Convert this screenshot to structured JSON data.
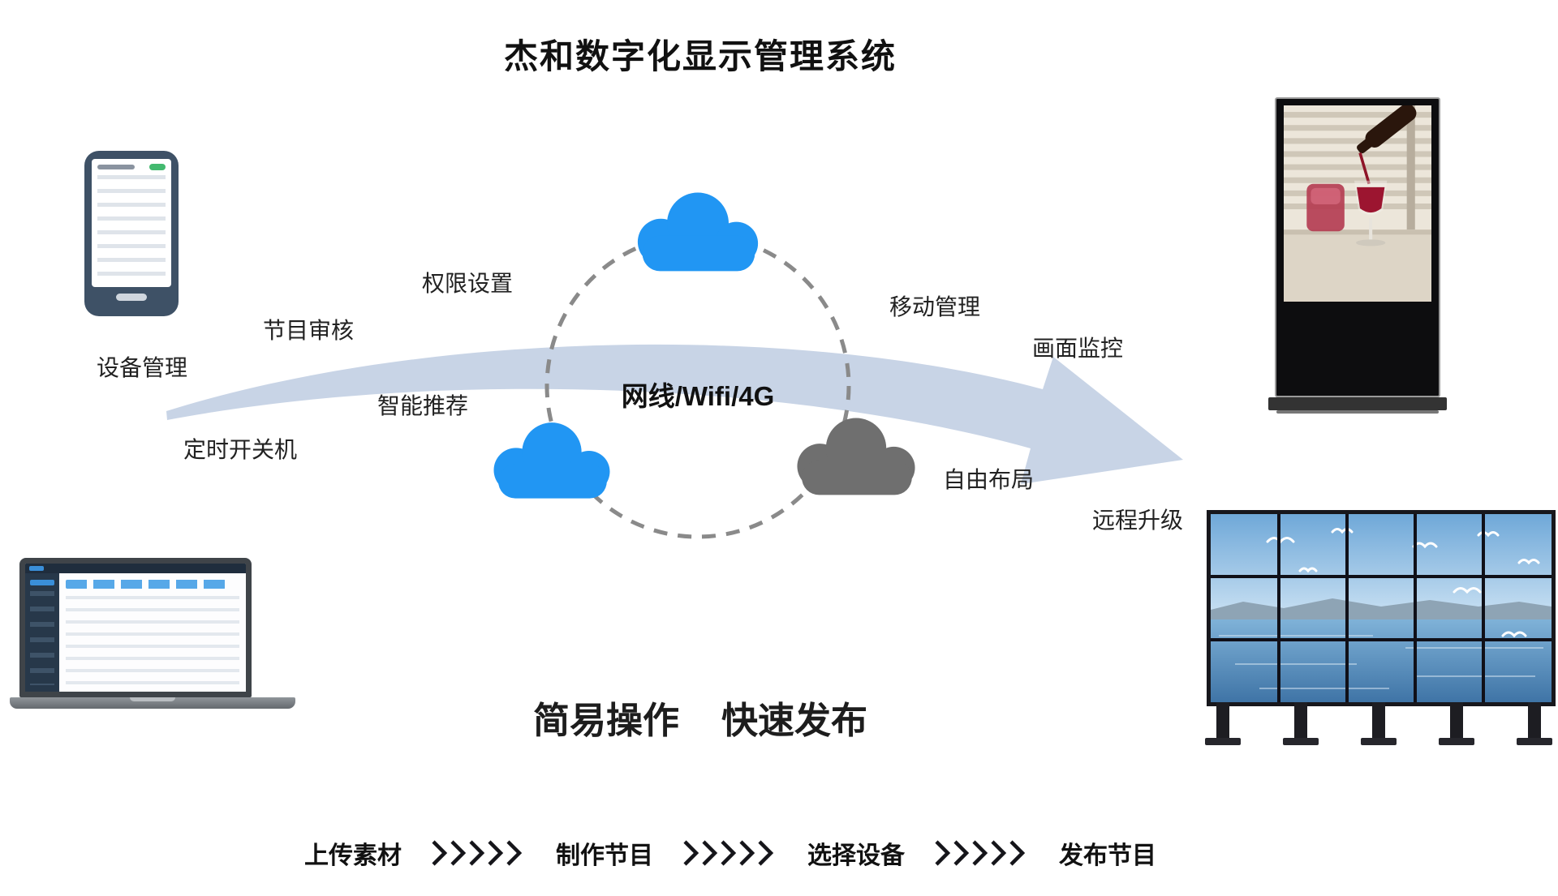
{
  "title": "杰和数字化显示管理系统",
  "network": {
    "label": "网线/Wifi/4G"
  },
  "features": {
    "device_management": "设备管理",
    "program_review": "节目审核",
    "permission_setting": "权限设置",
    "smart_recommendation": "智能推荐",
    "scheduled_power": "定时开关机",
    "mobile_management": "移动管理",
    "screen_monitoring": "画面监控",
    "free_layout": "自由布局",
    "remote_upgrade": "远程升级"
  },
  "slogan": {
    "left": "简易操作",
    "right": "快速发布"
  },
  "workflow": {
    "steps": [
      "上传素材",
      "制作节目",
      "选择设备",
      "发布节目"
    ]
  },
  "colors": {
    "cloud_blue": "#2196F3",
    "cloud_gray": "#6F6F6F",
    "arrow": "#C8D4E6",
    "chevron": "#15151A",
    "text": "#1F1F1F"
  }
}
